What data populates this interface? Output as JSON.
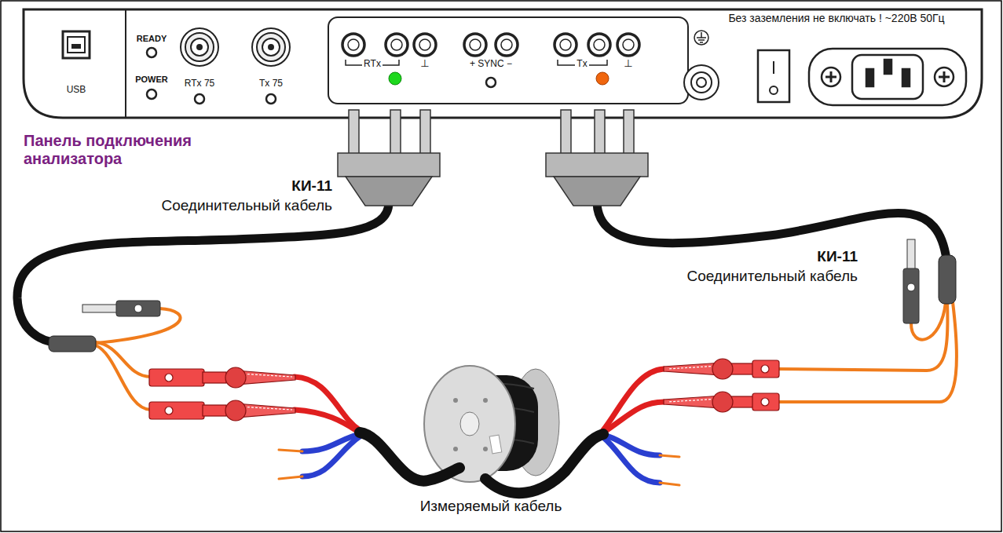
{
  "diagram": {
    "labels": [
      "READY",
      "POWER",
      "USB",
      "RTx 75",
      "Tx 75",
      "RTx",
      "⊥",
      "+ SYNC −",
      "Tx",
      "⊥",
      "Без заземления не включать ! ~220В 50Гц",
      "Панель подключения анализатора",
      "КИ-11",
      "Соединительный кабель",
      "КИ-11",
      "Соединительный кабель",
      "Измеряемый кабель"
    ]
  }
}
